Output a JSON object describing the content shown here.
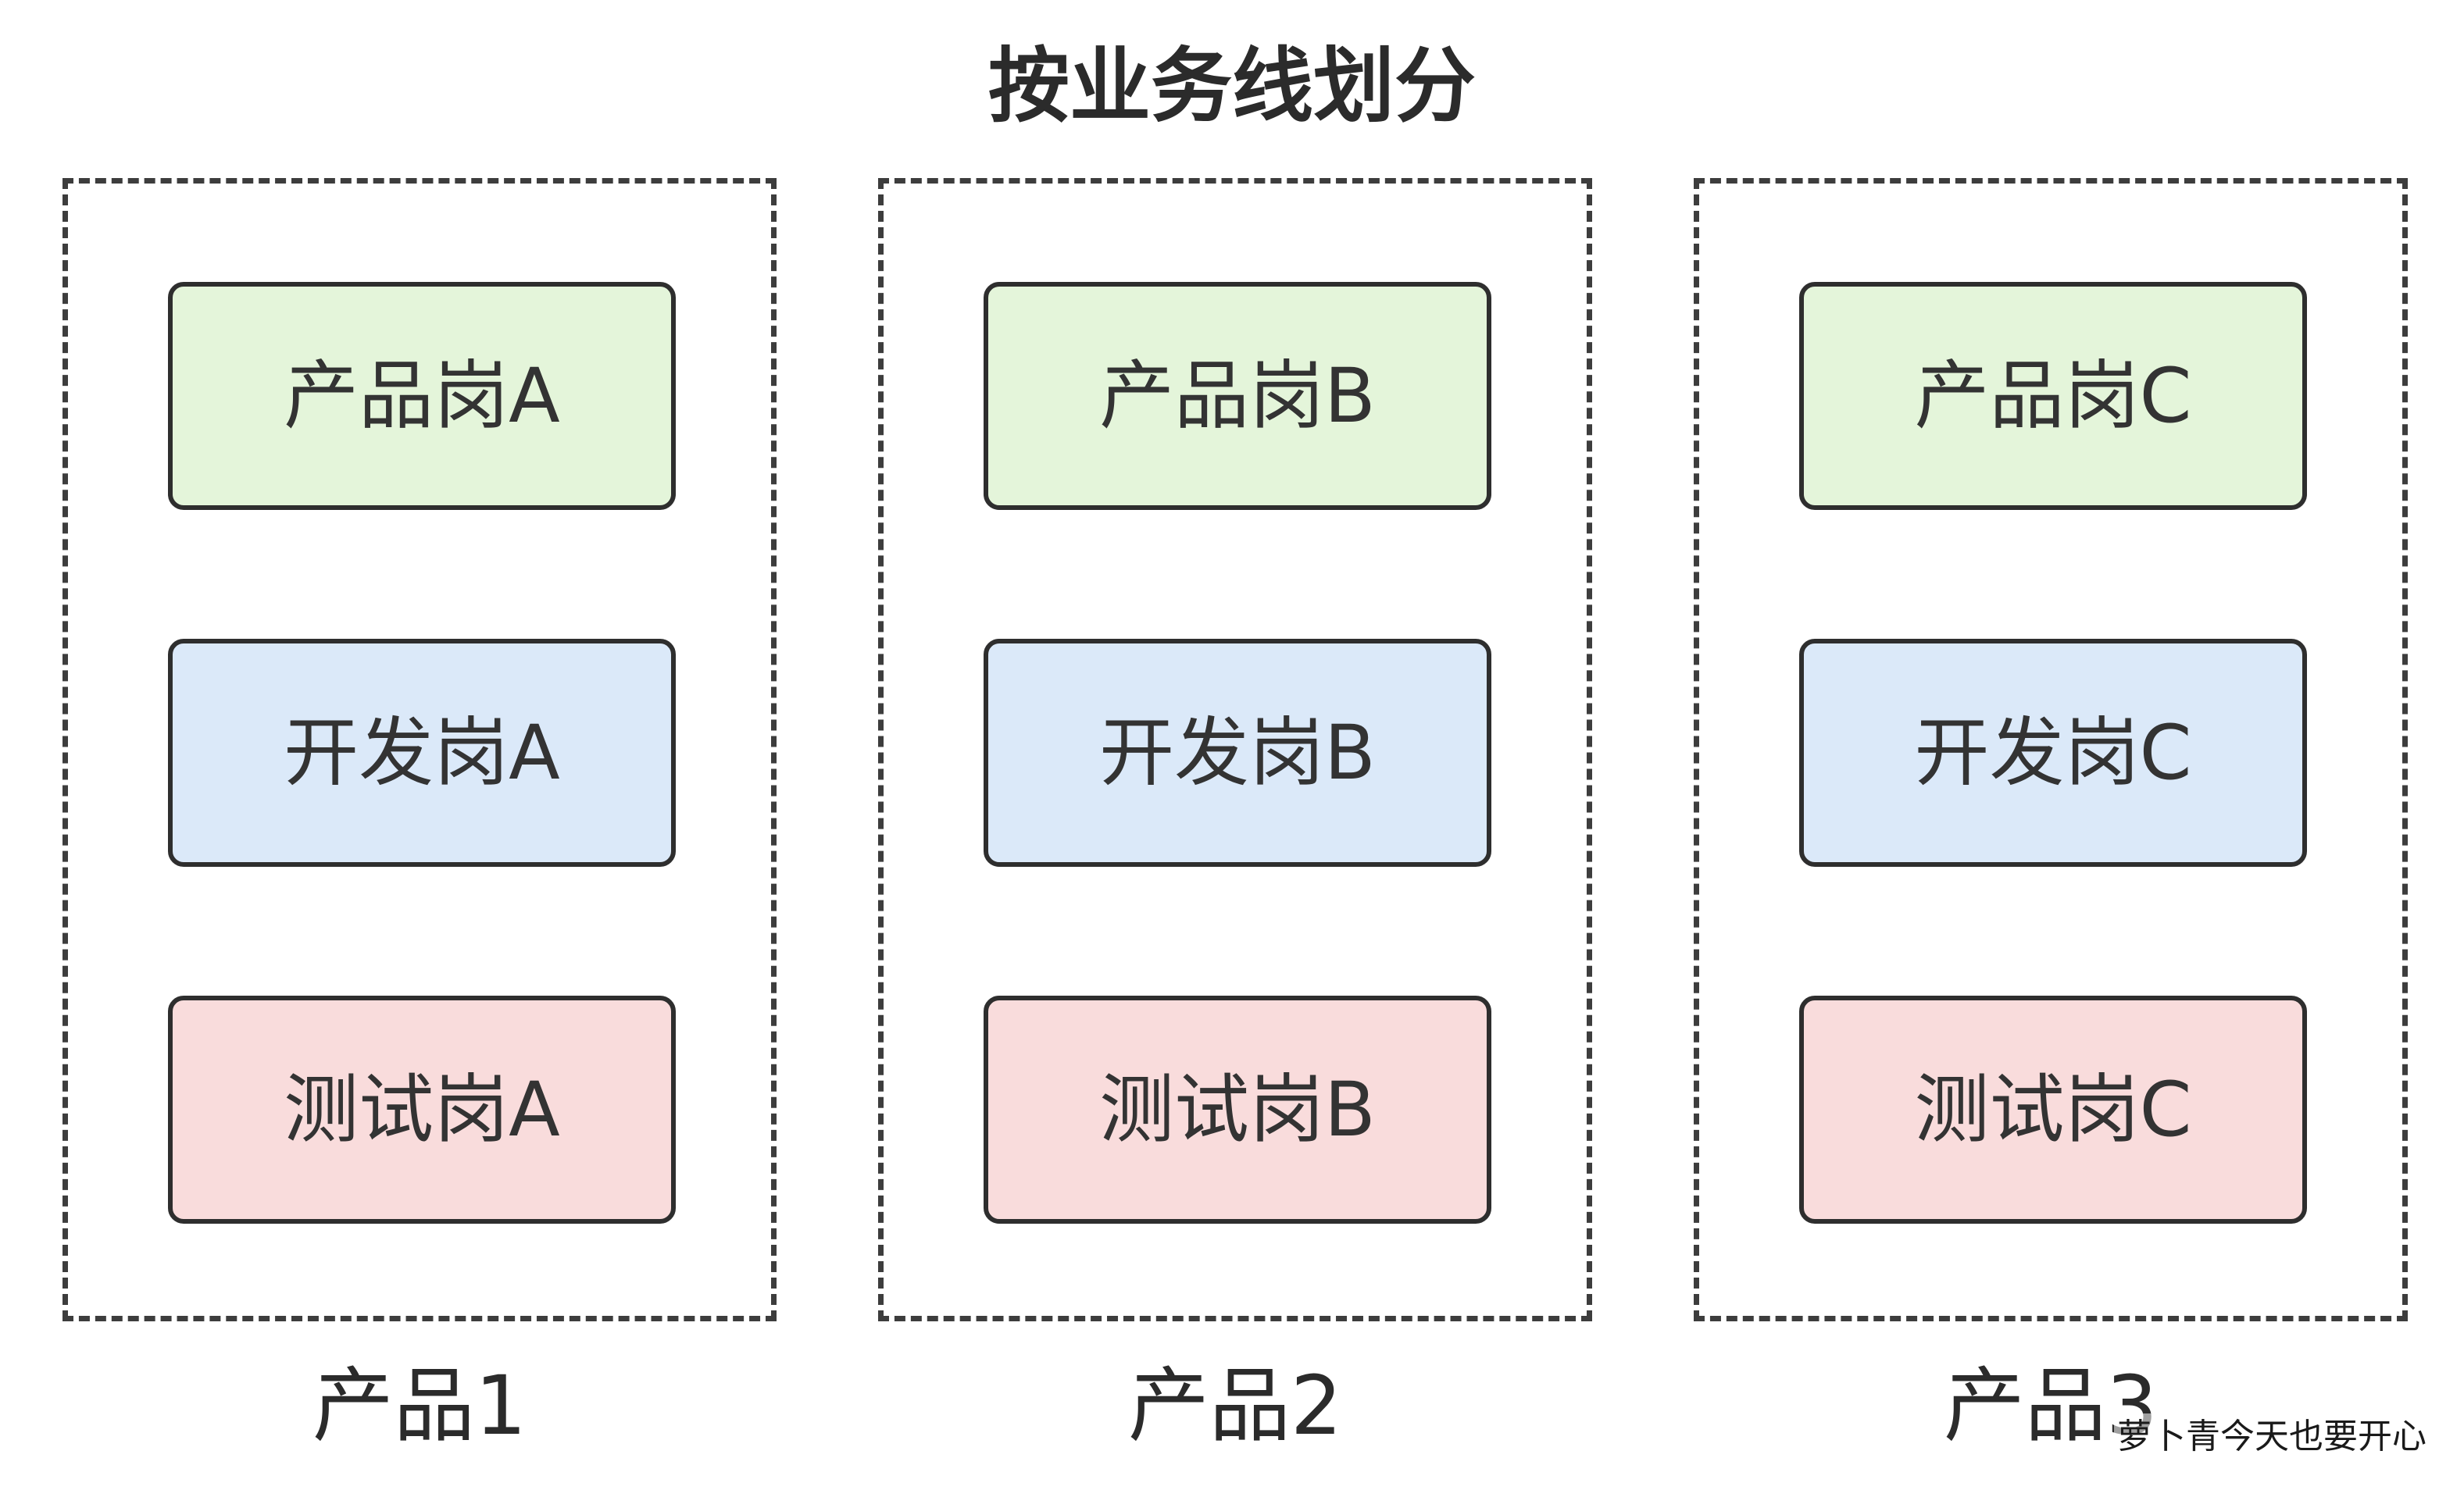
{
  "title": "按业务线划分",
  "groups": [
    {
      "label": "产品1",
      "roles": {
        "product": "产品岗A",
        "dev": "开发岗A",
        "test": "测试岗A"
      }
    },
    {
      "label": "产品2",
      "roles": {
        "product": "产品岗B",
        "dev": "开发岗B",
        "test": "测试岗B"
      }
    },
    {
      "label": "产品3",
      "roles": {
        "product": "产品岗C",
        "dev": "开发岗C",
        "test": "测试岗C"
      }
    }
  ],
  "watermark": "萝卜青今天也要开心",
  "colors": {
    "product_fill": "#e4f5da",
    "dev_fill": "#dbe9f9",
    "test_fill": "#f9dcdc",
    "border": "#2e2e2e"
  }
}
